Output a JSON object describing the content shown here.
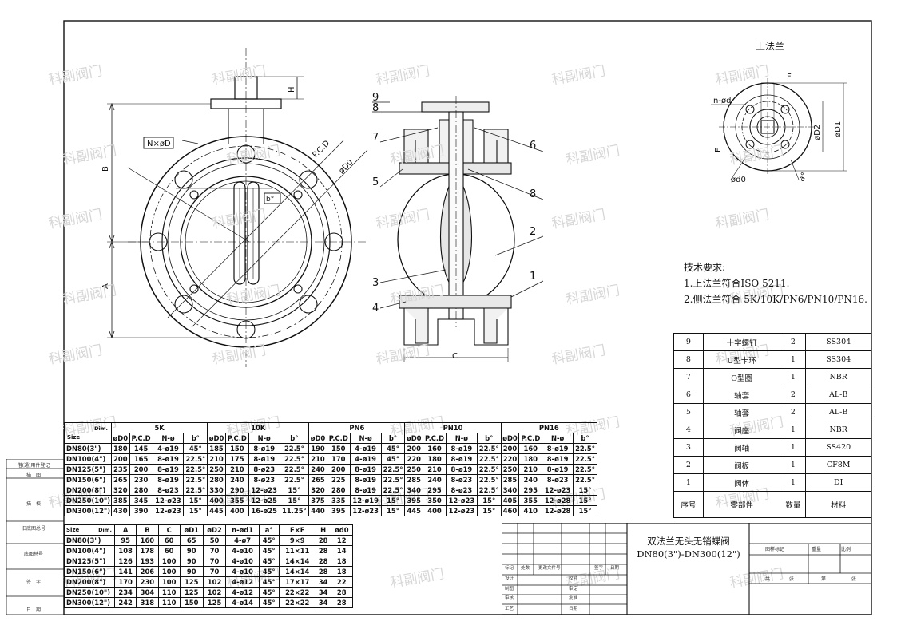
{
  "notes": {
    "title": "技术要求:",
    "items": [
      "1.上法兰符合ISO 5211.",
      "2.侧法兰符合 5K/10K/PN6/PN10/PN16."
    ]
  },
  "flange_title": "上法兰",
  "drawing_title": {
    "line1": "双法兰无头无销蝶阀",
    "line2": "DN80(3\")-DN300(12\")"
  },
  "labels": {
    "NxoD": "N×øD",
    "B": "B",
    "A": "A",
    "H": "H",
    "C": "C",
    "PCD": "P.C.D",
    "oD0": "øD0",
    "b": "b°",
    "F": "F",
    "nod": "n-ød",
    "oD2": "øD2",
    "oD1": "øD1",
    "od0": "ød0",
    "a": "a°"
  },
  "callouts": [
    "9",
    "8",
    "7",
    "5",
    "3",
    "4",
    "6",
    "8",
    "2",
    "1"
  ],
  "parts_table": {
    "rows": [
      {
        "no": "9",
        "name": "十字螺钉",
        "qty": "2",
        "mat": "SS304"
      },
      {
        "no": "8",
        "name": "U型卡环",
        "qty": "1",
        "mat": "SS304"
      },
      {
        "no": "7",
        "name": "O型圈",
        "qty": "1",
        "mat": "NBR"
      },
      {
        "no": "6",
        "name": "轴套",
        "qty": "2",
        "mat": "AL-B"
      },
      {
        "no": "5",
        "name": "轴套",
        "qty": "2",
        "mat": "AL-B"
      },
      {
        "no": "4",
        "name": "阀座",
        "qty": "1",
        "mat": "NBR"
      },
      {
        "no": "3",
        "name": "阀轴",
        "qty": "1",
        "mat": "SS420"
      },
      {
        "no": "2",
        "name": "阀板",
        "qty": "1",
        "mat": "CF8M"
      },
      {
        "no": "1",
        "name": "阀体",
        "qty": "1",
        "mat": "DI"
      }
    ],
    "header": {
      "no": "序号",
      "name": "零部件",
      "qty": "数量",
      "mat": "材料"
    }
  },
  "flange_table": {
    "dim": "Dim.",
    "size": "Size",
    "groups": [
      "5K",
      "10K",
      "PN6",
      "PN10",
      "PN16"
    ],
    "subheads": [
      "øD0",
      "P.C.D",
      "N-ø",
      "b°"
    ],
    "rows": [
      [
        "DN80(3\")",
        "180",
        "145",
        "4-ø19",
        "45°",
        "185",
        "150",
        "8-ø19",
        "22.5°",
        "190",
        "150",
        "4-ø19",
        "45°",
        "200",
        "160",
        "8-ø19",
        "22.5°",
        "200",
        "160",
        "8-ø19",
        "22.5°"
      ],
      [
        "DN100(4\")",
        "200",
        "165",
        "8-ø19",
        "22.5°",
        "210",
        "175",
        "8-ø19",
        "22.5°",
        "210",
        "170",
        "4-ø19",
        "45°",
        "220",
        "180",
        "8-ø19",
        "22.5°",
        "220",
        "180",
        "8-ø19",
        "22.5°"
      ],
      [
        "DN125(5\")",
        "235",
        "200",
        "8-ø19",
        "22.5°",
        "250",
        "210",
        "8-ø23",
        "22.5°",
        "240",
        "200",
        "8-ø19",
        "22.5°",
        "250",
        "210",
        "8-ø19",
        "22.5°",
        "250",
        "210",
        "8-ø19",
        "22.5°"
      ],
      [
        "DN150(6\")",
        "265",
        "230",
        "8-ø19",
        "22.5°",
        "280",
        "240",
        "8-ø23",
        "22.5°",
        "265",
        "225",
        "8-ø19",
        "22.5°",
        "285",
        "240",
        "8-ø23",
        "22.5°",
        "285",
        "240",
        "8-ø23",
        "22.5°"
      ],
      [
        "DN200(8\")",
        "320",
        "280",
        "8-ø23",
        "22.5°",
        "330",
        "290",
        "12-ø23",
        "15°",
        "320",
        "280",
        "8-ø19",
        "22.5°",
        "340",
        "295",
        "8-ø23",
        "22.5°",
        "340",
        "295",
        "12-ø23",
        "15°"
      ],
      [
        "DN250(10\")",
        "385",
        "345",
        "12-ø23",
        "15°",
        "400",
        "355",
        "12-ø25",
        "15°",
        "375",
        "335",
        "12-ø19",
        "15°",
        "395",
        "350",
        "12-ø23",
        "15°",
        "405",
        "355",
        "12-ø28",
        "15°"
      ],
      [
        "DN300(12\")",
        "430",
        "390",
        "12-ø23",
        "15°",
        "445",
        "400",
        "16-ø25",
        "11.25°",
        "440",
        "395",
        "12-ø23",
        "15°",
        "445",
        "400",
        "12-ø23",
        "15°",
        "460",
        "410",
        "12-ø28",
        "15°"
      ]
    ]
  },
  "dim_table": {
    "dim": "Dim.",
    "size": "Size",
    "heads": [
      "A",
      "B",
      "C",
      "øD1",
      "øD2",
      "n-ød1",
      "a°",
      "F×F",
      "H",
      "ød0"
    ],
    "rows": [
      [
        "DN80(3\")",
        "95",
        "160",
        "60",
        "65",
        "50",
        "4-ø7",
        "45°",
        "9×9",
        "28",
        "12"
      ],
      [
        "DN100(4\")",
        "108",
        "178",
        "60",
        "90",
        "70",
        "4-ø10",
        "45°",
        "11×11",
        "28",
        "14"
      ],
      [
        "DN125(5\")",
        "126",
        "193",
        "100",
        "90",
        "70",
        "4-ø10",
        "45°",
        "14×14",
        "28",
        "18"
      ],
      [
        "DN150(6\")",
        "141",
        "206",
        "100",
        "90",
        "70",
        "4-ø10",
        "45°",
        "14×14",
        "28",
        "18"
      ],
      [
        "DN200(8\")",
        "170",
        "230",
        "100",
        "125",
        "102",
        "4-ø12",
        "45°",
        "17×17",
        "34",
        "22"
      ],
      [
        "DN250(10\")",
        "234",
        "304",
        "110",
        "125",
        "102",
        "4-ø12",
        "45°",
        "22×22",
        "34",
        "28"
      ],
      [
        "DN300(12\")",
        "242",
        "318",
        "110",
        "150",
        "125",
        "4-ø14",
        "45°",
        "22×22",
        "34",
        "28"
      ]
    ]
  },
  "left_strip": [
    "借(通)用件登记",
    "描　图",
    "描　校",
    "旧底图总号",
    "底图总号",
    "签　字",
    "日　期"
  ],
  "title_block": {
    "rev_heads": [
      "标记",
      "处数",
      "更改文件号",
      "签字",
      "日期"
    ],
    "roles": [
      [
        "设计",
        "校对"
      ],
      [
        "制图",
        "审定"
      ],
      [
        "审核",
        "批准"
      ],
      [
        "工艺",
        "日期"
      ]
    ],
    "right_heads": [
      "图样标记",
      "重量",
      "比例"
    ],
    "sheet": [
      "共",
      "张",
      "第",
      "张"
    ]
  },
  "watermark": "科副阀门"
}
